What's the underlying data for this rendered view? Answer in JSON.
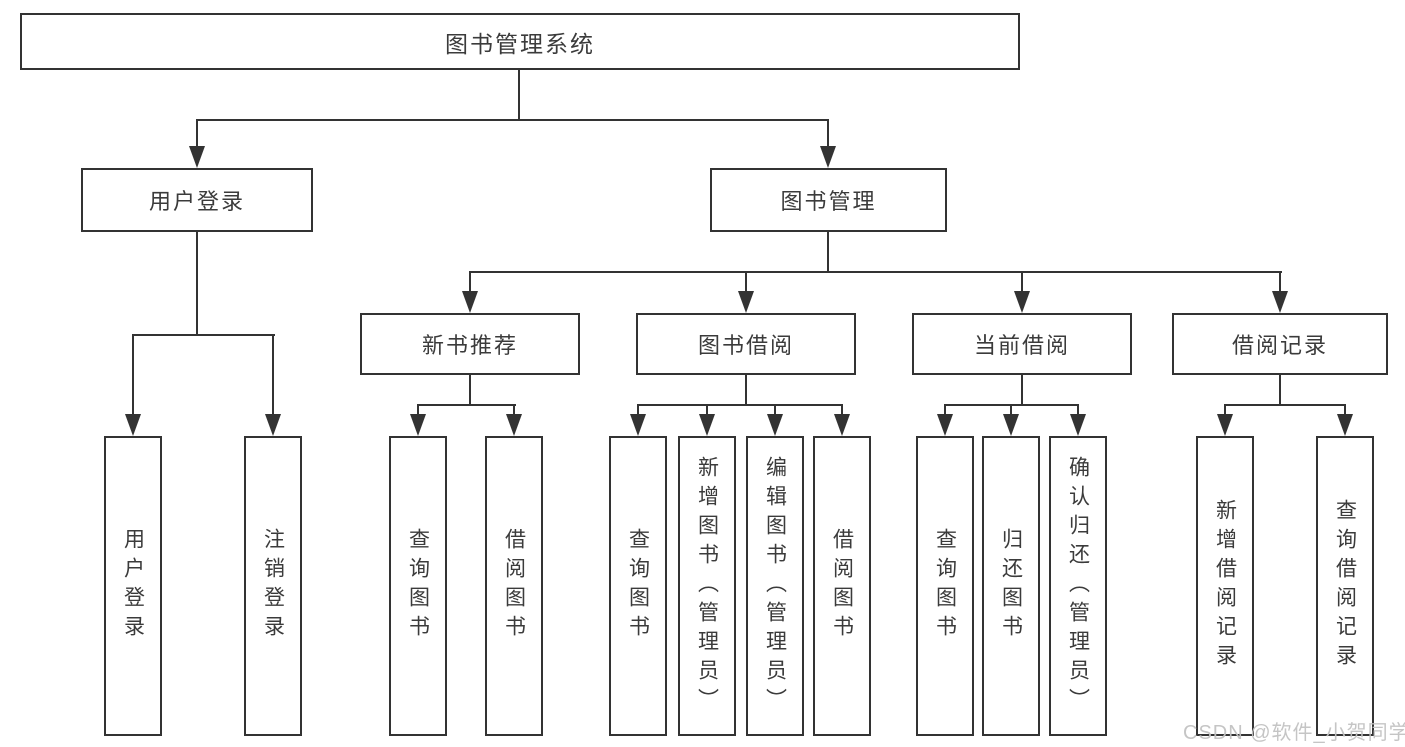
{
  "diagram": {
    "type": "hierarchy-tree",
    "root": {
      "label": "图书管理系统",
      "children": [
        {
          "label": "用户登录",
          "children": [
            {
              "label": "用户登录"
            },
            {
              "label": "注销登录"
            }
          ]
        },
        {
          "label": "图书管理",
          "children": [
            {
              "label": "新书推荐",
              "children": [
                {
                  "label": "查询图书"
                },
                {
                  "label": "借阅图书"
                }
              ]
            },
            {
              "label": "图书借阅",
              "children": [
                {
                  "label": "查询图书"
                },
                {
                  "label": "新增图书（管理员）"
                },
                {
                  "label": "编辑图书（管理员）"
                },
                {
                  "label": "借阅图书"
                }
              ]
            },
            {
              "label": "当前借阅",
              "children": [
                {
                  "label": "查询图书"
                },
                {
                  "label": "归还图书"
                },
                {
                  "label": "确认归还（管理员）"
                }
              ]
            },
            {
              "label": "借阅记录",
              "children": [
                {
                  "label": "新增借阅记录"
                },
                {
                  "label": "查询借阅记录"
                }
              ]
            }
          ]
        }
      ]
    },
    "watermark": "CSDN @软件_小贺同学",
    "colors": {
      "line": "#333333",
      "text": "#3b3b3b",
      "background": "#ffffff",
      "watermark": "#c2c2c2"
    }
  }
}
